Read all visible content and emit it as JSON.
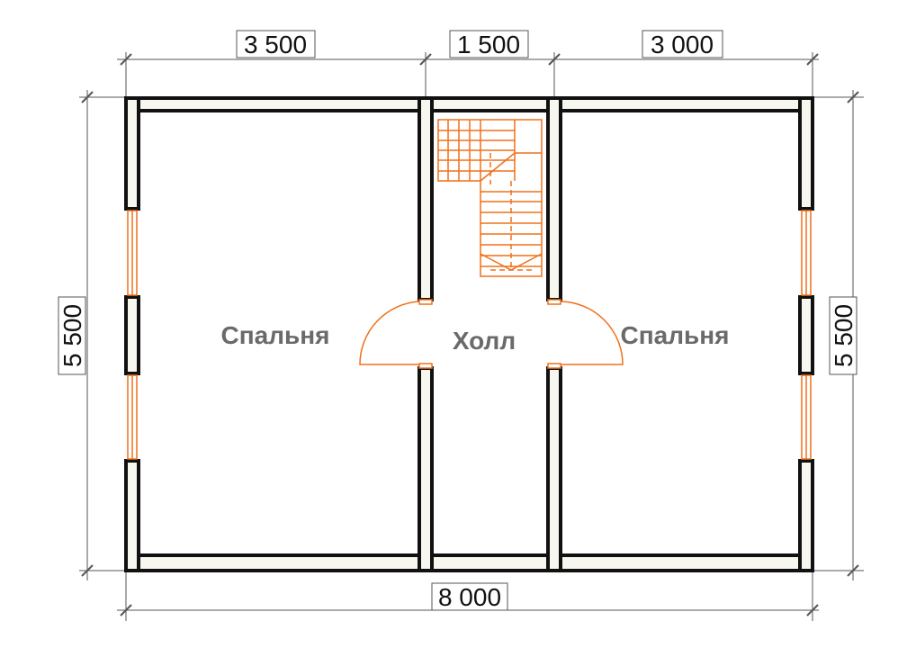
{
  "dimensions": {
    "top": [
      "3 500",
      "1 500",
      "3 000"
    ],
    "bottom": "8 000",
    "left": "5 500",
    "right": "5 500"
  },
  "rooms": {
    "left": "Спальня",
    "center": "Холл",
    "right": "Спальня"
  },
  "colors": {
    "wall_outline": "#111111",
    "wall_fill": "#f7f7ef",
    "stair_and_doors": "#f0701a",
    "dimension_lines": "#555555",
    "room_label": "#6a6a6a"
  }
}
